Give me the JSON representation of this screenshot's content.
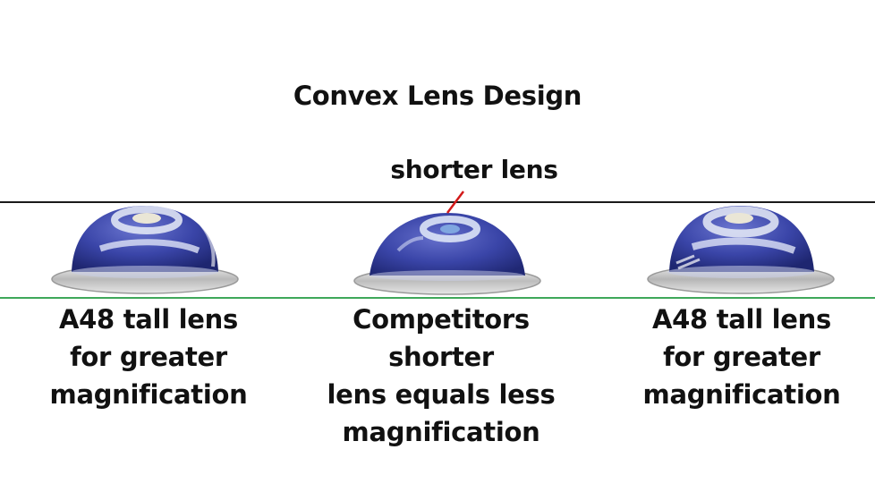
{
  "title": "Convex Lens Design",
  "callout": "shorter lens",
  "lenses": [
    {
      "caption_lines": [
        "A48 tall lens",
        "for greater",
        "magnification"
      ],
      "dome_color": "#3a45a8"
    },
    {
      "caption_lines": [
        "Competitors shorter",
        "lens equals less",
        "magnification"
      ],
      "dome_color": "#3a45a8"
    },
    {
      "caption_lines": [
        "A48 tall lens",
        "for greater",
        "magnification"
      ],
      "dome_color": "#3a45a8"
    }
  ],
  "colors": {
    "top_line": "#1a1a1a",
    "bottom_line": "#3fa85a",
    "pointer": "#d21a1a"
  }
}
